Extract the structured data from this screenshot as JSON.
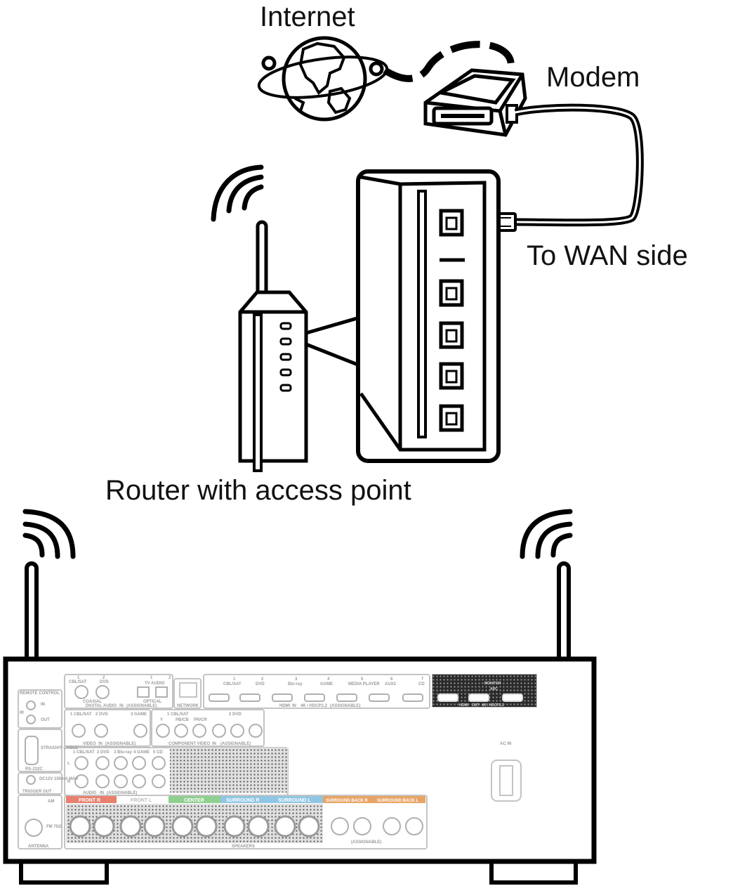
{
  "labels": {
    "internet": "Internet",
    "modem": "Modem",
    "wan": "To WAN side",
    "router": "Router with access point"
  },
  "rear_panel": {
    "digital_audio": {
      "group": "DIGITAL AUDIO",
      "in": "IN",
      "assignable": "(ASSIGNABLE)",
      "coaxial": "COAXIAL",
      "optical": "OPTICAL",
      "inputs": [
        "CBL/SAT",
        "DVD",
        "TV AUDIO"
      ],
      "input_numbers": [
        "1",
        "2",
        "1",
        "2"
      ]
    },
    "network": "NETWORK",
    "hdmi_in": {
      "group": "HDMI",
      "in": "IN",
      "spec": "4K / HDCP2.2",
      "assignable": "(ASSIGNABLE)",
      "numbers": [
        "1",
        "2",
        "3",
        "4",
        "5",
        "6",
        "7"
      ],
      "names": [
        "CBL/SAT",
        "DVD",
        "Blu-ray",
        "GAME",
        "MEDIA PLAYER",
        "AUX2",
        "CD"
      ]
    },
    "hdmi_out": {
      "monitor": "MONITOR",
      "arc": "ARC",
      "group": "HDMI",
      "out": "OUT",
      "spec": "4K / HDCP2.2"
    },
    "remote_control": "REMOTE CONTROL",
    "ir": "IR",
    "in": "IN",
    "out": "OUT",
    "straight_cable": "STRAIGHT CABLE",
    "rs232c": "RS-232C",
    "trigger": "DC12V 150mA MAX",
    "trigger_out": "TRIGGER OUT",
    "video": {
      "group": "VIDEO",
      "in": "IN",
      "assignable": "(ASSIGNABLE)",
      "inputs": [
        "1 CBL/SAT",
        "2 DVD",
        "3 GAME"
      ]
    },
    "component": {
      "group": "COMPONENT VIDEO",
      "in": "IN",
      "assignable": "(ASSIGNABLE)",
      "inputs": [
        "1 CBL/SAT",
        "2 DVD"
      ],
      "channels": [
        "Y",
        "PB/CB",
        "PR/CR"
      ]
    },
    "audio": {
      "group": "AUDIO",
      "in": "IN",
      "assignable": "(ASSIGNABLE)",
      "inputs": [
        "1 CBL/SAT",
        "2 DVD",
        "3 Blu-ray",
        "4 GAME",
        "5 CD"
      ],
      "channels": [
        "L",
        "R"
      ]
    },
    "antenna": {
      "group": "ANTENNA",
      "am": "AM",
      "fm": "FM 75Ω"
    },
    "ac_in": "AC IN",
    "speakers": {
      "group": "SPEAKERS",
      "assignable": "(ASSIGNABLE)",
      "sections": [
        {
          "label": "FRONT R",
          "color": "#e8806f"
        },
        {
          "label": "FRONT L",
          "color": "#ffffff"
        },
        {
          "label": "CENTER",
          "color": "#8fcf8f"
        },
        {
          "label": "SURROUND R",
          "color": "#8fc6e3"
        },
        {
          "label": "SURROUND L",
          "color": "#8fc6e3"
        },
        {
          "label": "SURROUND BACK R",
          "color": "#e8a466"
        },
        {
          "label": "SURROUND BACK L",
          "color": "#e8a466"
        }
      ]
    }
  },
  "colors": {
    "line": "#000000",
    "panel_gray": "#c8c8c8",
    "panel_text": "#9a9a9a"
  }
}
